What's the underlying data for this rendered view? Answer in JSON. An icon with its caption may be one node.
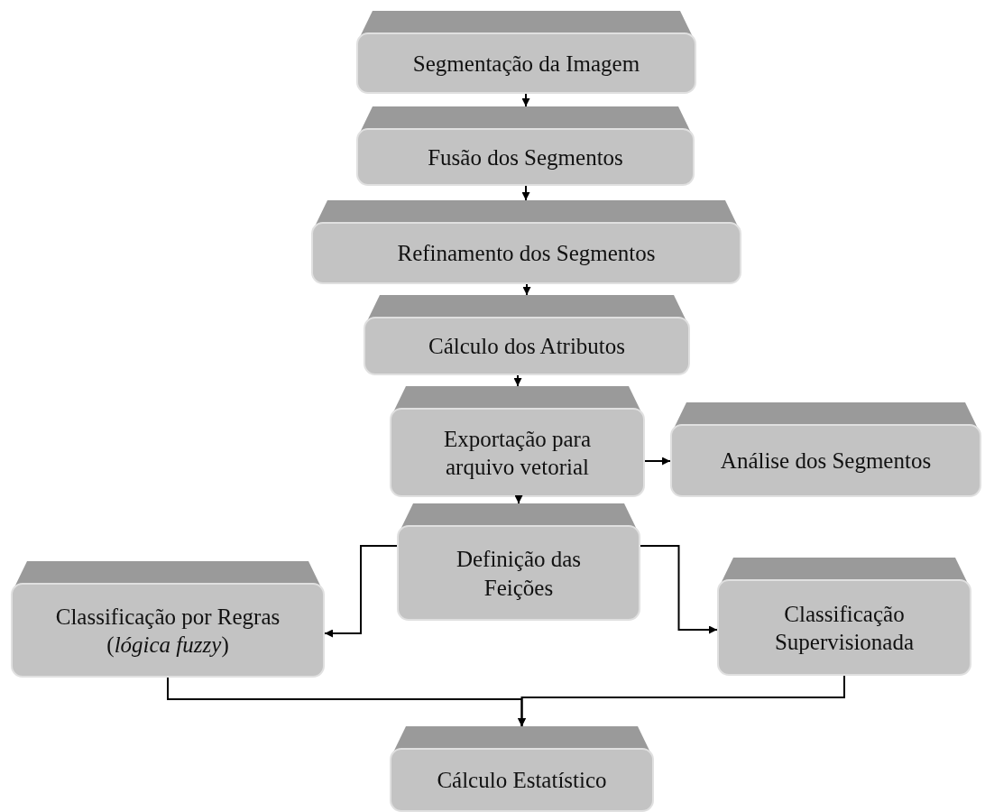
{
  "diagram": {
    "nodes": [
      {
        "text": [
          "Segmentação da Imagem"
        ]
      },
      {
        "text": [
          "Fusão dos Segmentos"
        ]
      },
      {
        "text": [
          "Refinamento dos Segmentos"
        ]
      },
      {
        "text": [
          "Cálculo dos Atributos"
        ]
      },
      {
        "text": [
          "Exportação para arquivo vetorial"
        ]
      },
      {
        "text": [
          "Análise dos Segmentos"
        ]
      },
      {
        "text": [
          "Definição das Feições"
        ]
      },
      {
        "text": [
          "Classificação por Regras (*lógica fuzzy*)"
        ]
      },
      {
        "text": [
          "Classificação Supervisionada"
        ]
      },
      {
        "text": [
          "Cálculo Estatístico"
        ]
      }
    ],
    "edges": [
      {
        "from": 0,
        "to": 1,
        "arrow": "to"
      },
      {
        "from": 1,
        "to": 2,
        "arrow": "to"
      },
      {
        "from": 2,
        "to": 3,
        "arrow": "to"
      },
      {
        "from": 3,
        "to": 4,
        "arrow": "to"
      },
      {
        "from": 4,
        "to": 5,
        "arrow": "to"
      },
      {
        "from": 4,
        "to": 6,
        "arrow": "to"
      },
      {
        "from": 6,
        "to": 7,
        "arrow": "to"
      },
      {
        "from": 6,
        "to": 8,
        "arrow": "to"
      },
      {
        "from": 7,
        "to": 9,
        "arrow": "to"
      },
      {
        "from": 8,
        "to": 9,
        "arrow": "to"
      }
    ]
  }
}
